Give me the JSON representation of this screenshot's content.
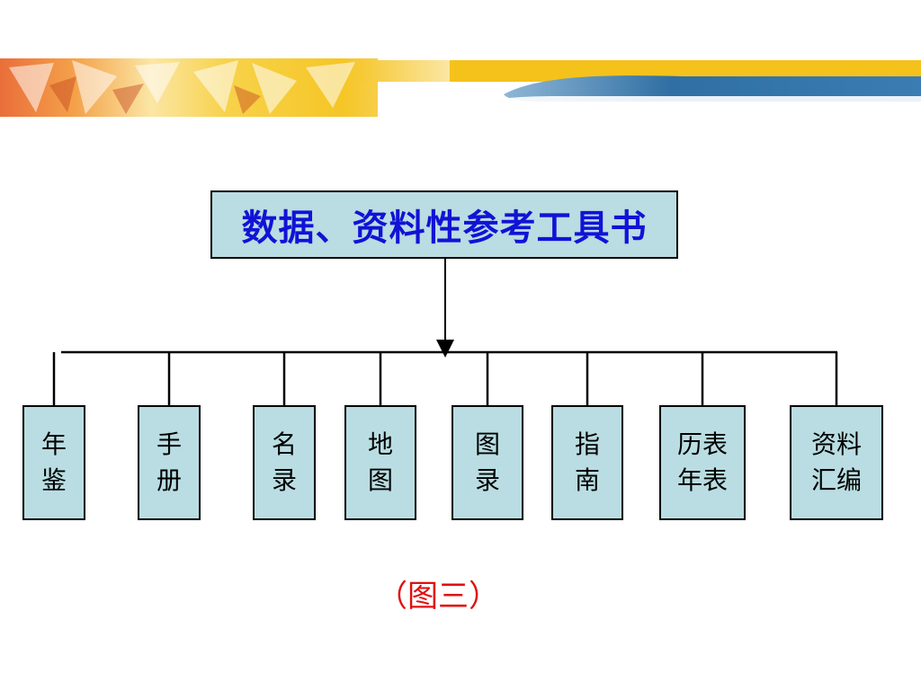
{
  "diagram": {
    "root": {
      "label": "数据、资料性参考工具书"
    },
    "children": [
      {
        "line1": "年",
        "line2": "鉴"
      },
      {
        "line1": "手",
        "line2": "册"
      },
      {
        "line1": "名",
        "line2": "录"
      },
      {
        "line1": "地",
        "line2": "图"
      },
      {
        "line1": "图",
        "line2": "录"
      },
      {
        "line1": "指",
        "line2": "南"
      },
      {
        "line1": "历表",
        "line2": "年表"
      },
      {
        "line1": "资料",
        "line2": "汇编"
      }
    ],
    "caption": "（图三）"
  },
  "colors": {
    "box_fill": "#b9dde2",
    "root_text": "#1212d6",
    "caption_text": "#e01010",
    "header_orange": "#f08a3a",
    "header_yellow": "#f5c21b",
    "header_blue": "#2f6fa3"
  }
}
